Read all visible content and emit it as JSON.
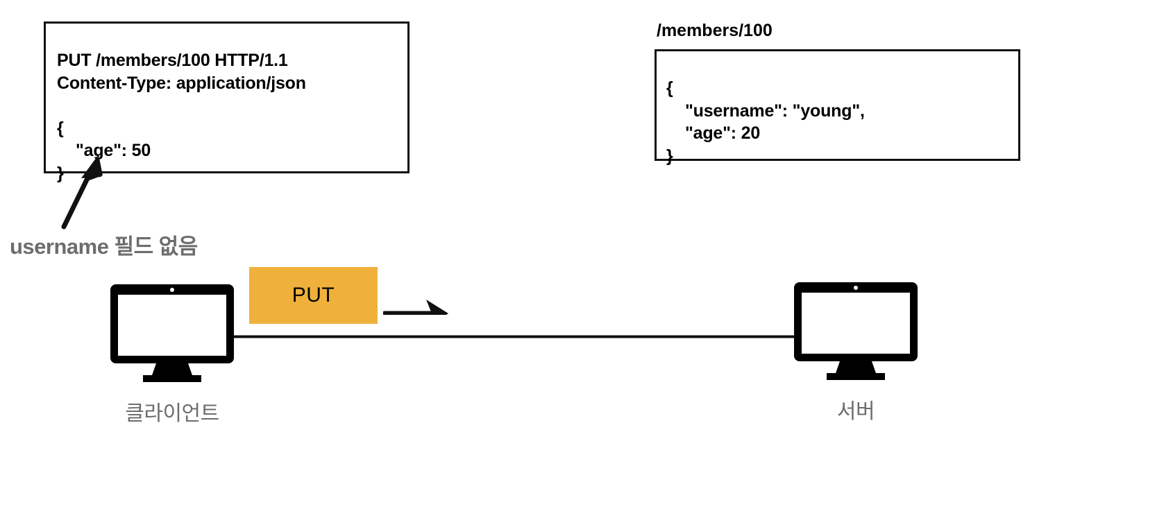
{
  "diagram": {
    "request_box": {
      "name": "http-request",
      "text": "PUT /members/100 HTTP/1.1\nContent-Type: application/json\n\n{\n    \"age\": 50\n}"
    },
    "response_box": {
      "name": "resource-state",
      "path_label": "/members/100",
      "text": "{\n    \"username\": \"young\",\n    \"age\": 20\n}"
    },
    "callout": {
      "label": "username 필드 없음",
      "color": "#6d6d6d"
    },
    "method_badge": {
      "label": "PUT",
      "color": "#EFB13C"
    },
    "nodes": [
      {
        "id": "client",
        "label": "클라이언트"
      },
      {
        "id": "server",
        "label": "서버"
      }
    ]
  }
}
